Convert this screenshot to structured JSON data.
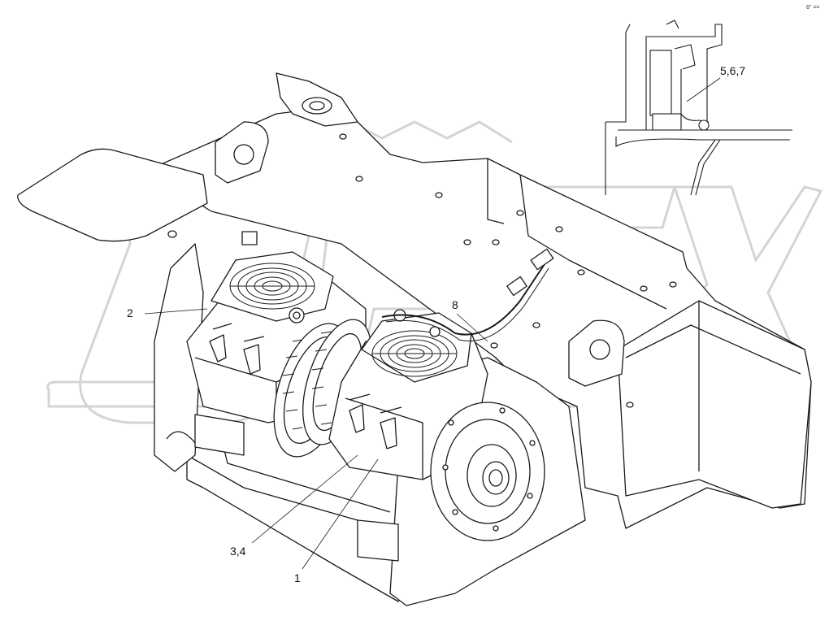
{
  "callouts": {
    "c1": "1",
    "c2": "2",
    "c34": "3,4",
    "c567": "5,6,7",
    "c8": "8"
  },
  "corner_mark": "6\" ==",
  "watermark": {
    "text": "OPEX",
    "color": "#d4d4d4"
  },
  "colors": {
    "line": "#1a1a1a",
    "fill": "#ffffff"
  }
}
